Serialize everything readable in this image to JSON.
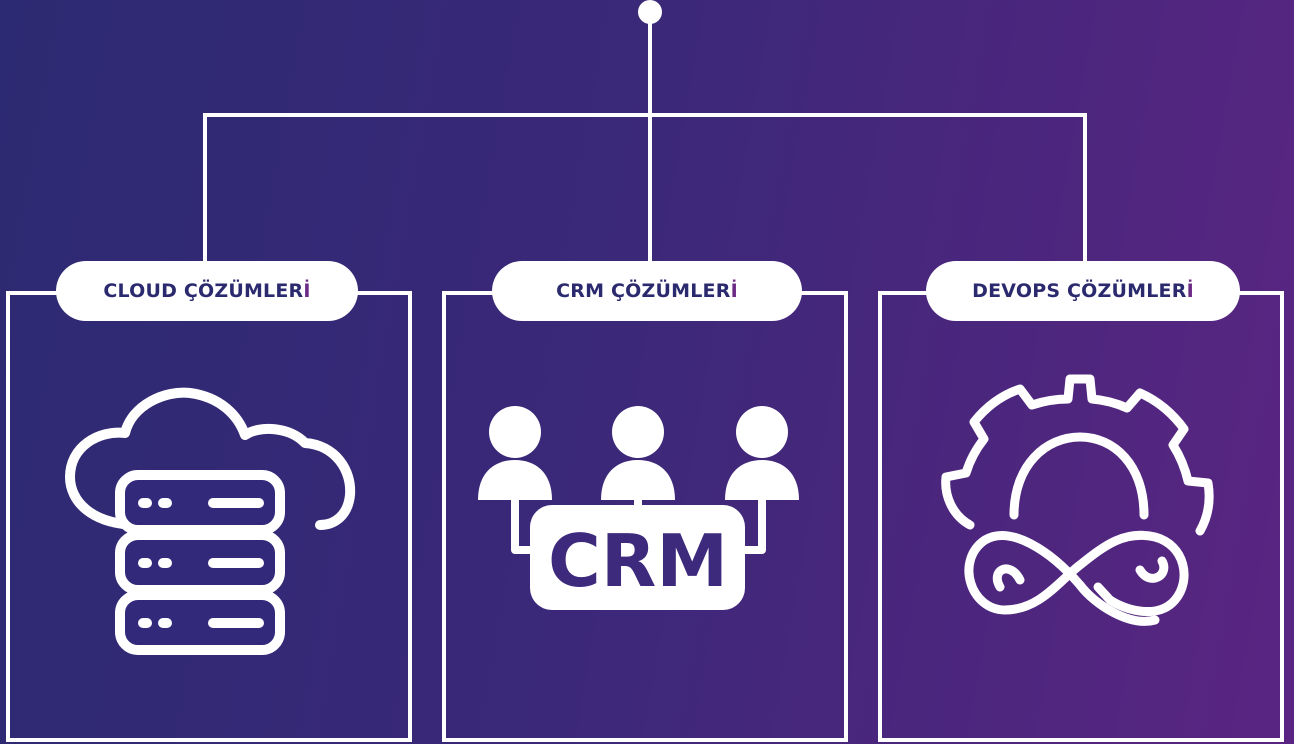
{
  "colors": {
    "accent": "#6b2a86",
    "text": "#2b2a6e",
    "line": "#ffffff",
    "bg_start": "#2c2a72",
    "bg_end": "#5a2582"
  },
  "cards": [
    {
      "label_main": "CLOUD ÇÖZÜMLER",
      "label_accent": "İ",
      "icon": "cloud-server-icon"
    },
    {
      "label_main": "CRM ÇÖZÜMLER",
      "label_accent": "İ",
      "icon": "crm-icon",
      "icon_text": "CRM"
    },
    {
      "label_main": "DEVOPS ÇÖZÜMLER",
      "label_accent": "İ",
      "icon": "devops-gear-infinity-icon"
    }
  ]
}
